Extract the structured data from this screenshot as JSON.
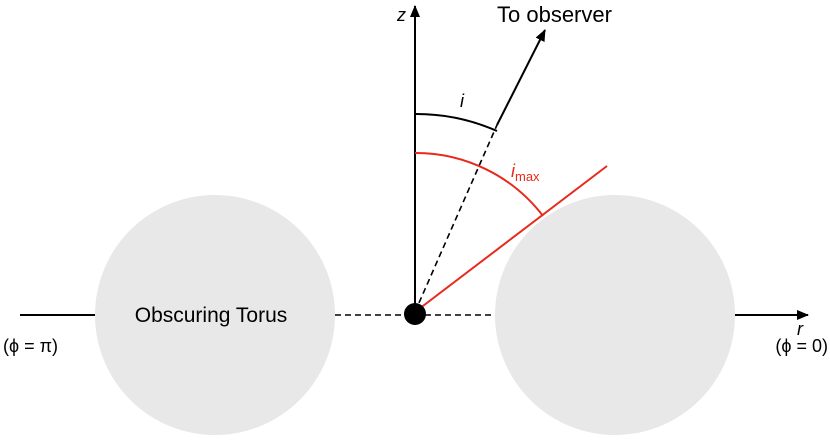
{
  "labels": {
    "z_axis": "z",
    "r_axis": "r",
    "to_observer": "To observer",
    "inclination": "i",
    "inclination_max_symbol": "i",
    "inclination_max_subscript": "max",
    "torus": "Obscuring Torus",
    "phi_pi": "(ϕ = π)",
    "phi_zero": "(ϕ = 0)"
  },
  "colors": {
    "axis": "#000000",
    "torus_fill": "#e8e8e8",
    "imax_line": "#e8291c",
    "core": "#000000"
  }
}
